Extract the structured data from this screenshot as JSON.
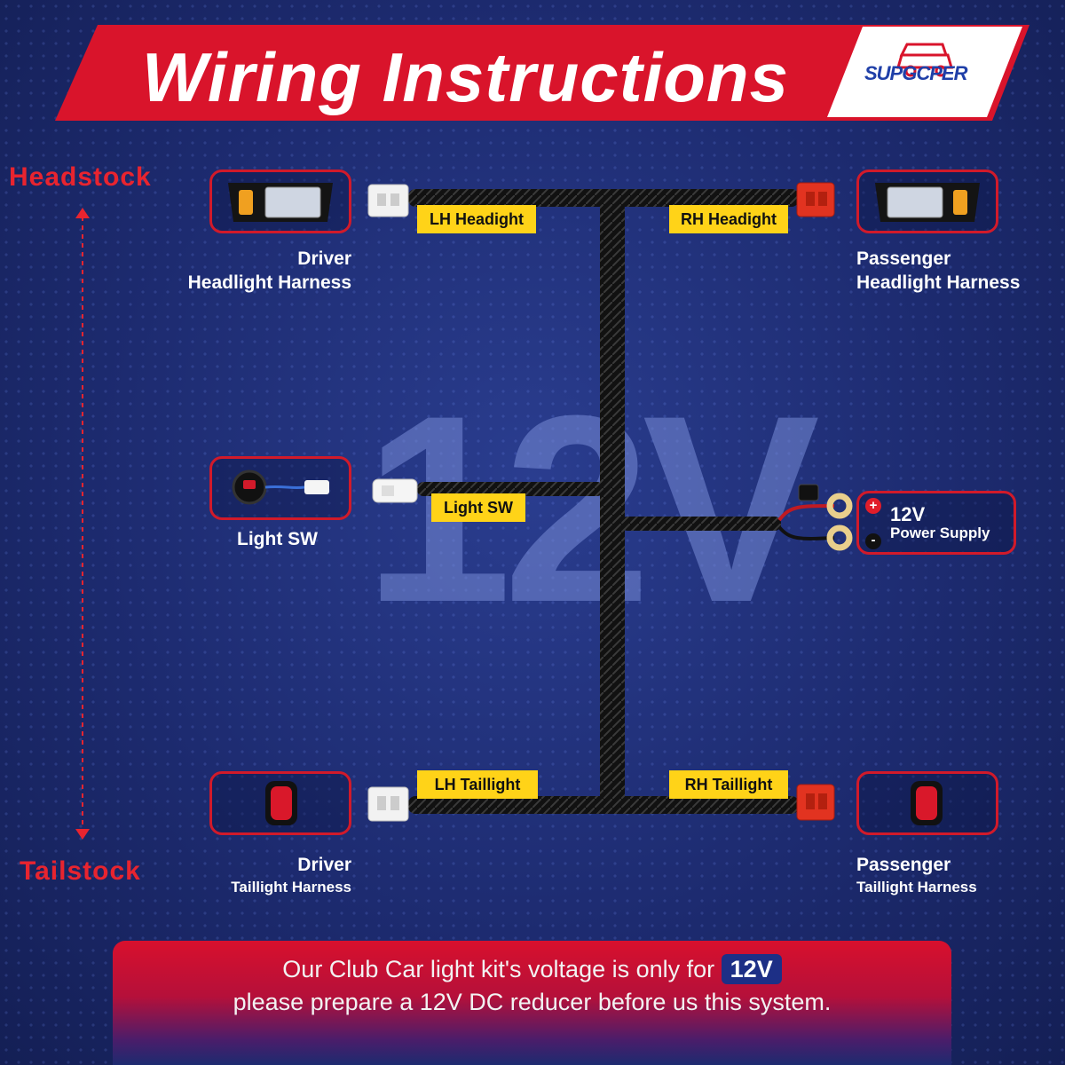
{
  "header": {
    "title": "Wiring Instructions",
    "logo": "SUPGCPER"
  },
  "axis": {
    "top_label": "Headstock",
    "bottom_label": "Tailstock"
  },
  "watermark": "12V",
  "connectors": {
    "lh_head": "LH Headight",
    "rh_head": "RH Headight",
    "light_sw": "Light SW",
    "lh_tail": "LH Taillight",
    "rh_tail": "RH Taillight"
  },
  "components": {
    "driver_head": {
      "title": "Driver",
      "subtitle": "Headlight Harness"
    },
    "passenger_head": {
      "title": "Passenger",
      "subtitle": "Headlight Harness"
    },
    "light_switch": {
      "title": "Light SW"
    },
    "power": {
      "voltage": "12V",
      "label": "Power Supply",
      "plus": "+",
      "minus": "-"
    },
    "driver_tail": {
      "title": "Driver",
      "subtitle": "Taillight Harness"
    },
    "passenger_tail": {
      "title": "Passenger",
      "subtitle": "Taillight Harness"
    }
  },
  "note": {
    "line1_prefix": "Our Club Car light kit's voltage is only for",
    "line1_highlight": "12V",
    "line2": "please prepare a 12V DC reducer before us this system."
  },
  "colors": {
    "accent_red": "#d11a2a",
    "label_yellow": "#ffd318",
    "background": "#1d2b70"
  }
}
